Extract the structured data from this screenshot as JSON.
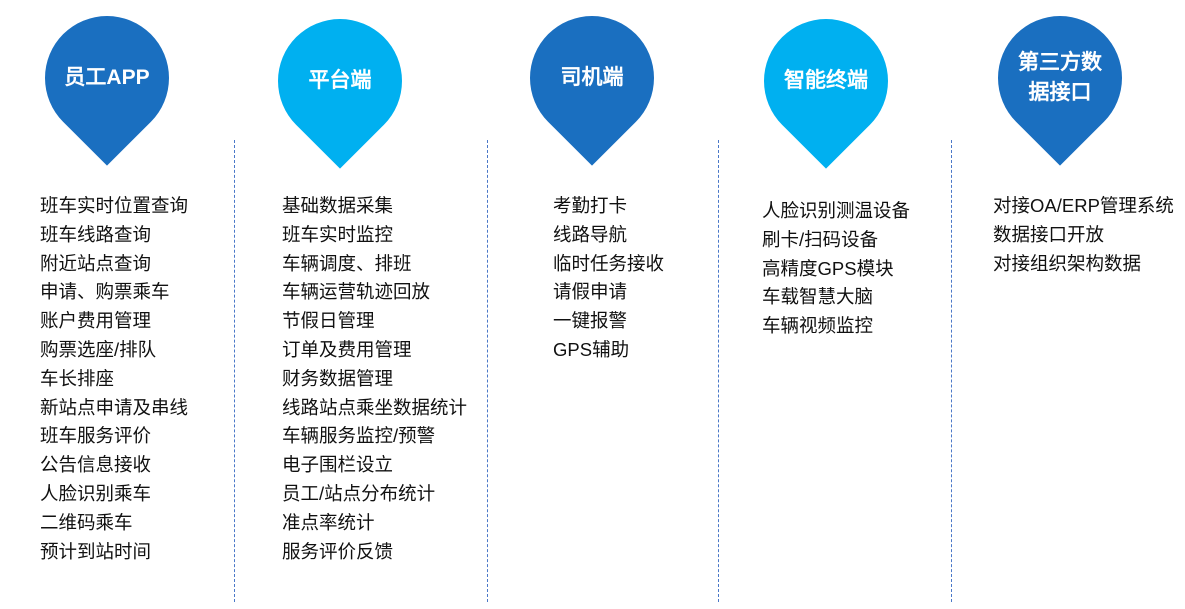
{
  "colors": {
    "dark_blue": "#1a6fc0",
    "light_blue": "#00b0f0",
    "divider": "#4a78c8"
  },
  "columns": [
    {
      "title": "员工APP",
      "color": "#1a6fc0",
      "items": [
        "班车实时位置查询",
        "班车线路查询",
        "附近站点查询",
        "申请、购票乘车",
        "账户费用管理",
        "购票选座/排队",
        "车长排座",
        "新站点申请及串线",
        "班车服务评价",
        "公告信息接收",
        "人脸识别乘车",
        "二维码乘车",
        "预计到站时间"
      ]
    },
    {
      "title": "平台端",
      "color": "#00b0f0",
      "items": [
        "基础数据采集",
        "班车实时监控",
        "车辆调度、排班",
        "车辆运营轨迹回放",
        "节假日管理",
        "订单及费用管理",
        "财务数据管理",
        "线路站点乘坐数据统计",
        "车辆服务监控/预警",
        "电子围栏设立",
        "员工/站点分布统计",
        "准点率统计",
        "服务评价反馈"
      ]
    },
    {
      "title": "司机端",
      "color": "#1a6fc0",
      "items": [
        "考勤打卡",
        "线路导航",
        "临时任务接收",
        "请假申请",
        "一键报警",
        "GPS辅助"
      ]
    },
    {
      "title": "智能终端",
      "color": "#00b0f0",
      "items": [
        "人脸识别测温设备",
        "刷卡/扫码设备",
        "高精度GPS模块",
        "车载智慧大脑",
        "车辆视频监控"
      ]
    },
    {
      "title_lines": [
        "第三方数",
        "据接口"
      ],
      "color": "#1a6fc0",
      "items": [
        "对接OA/ERP管理系统",
        "数据接口开放",
        "对接组织架构数据"
      ]
    }
  ]
}
